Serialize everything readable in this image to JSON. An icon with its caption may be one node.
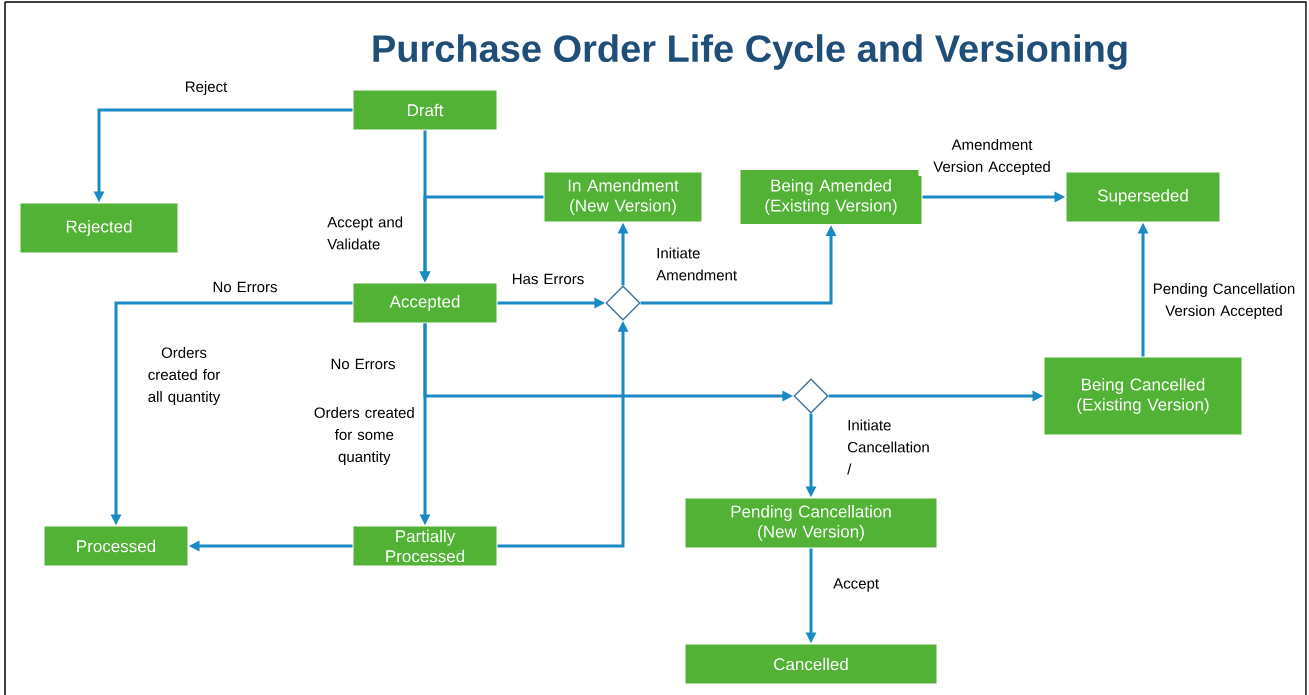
{
  "diagram": {
    "title": "Purchase Order Life Cycle and Versioning",
    "nodes": [
      {
        "text": [
          "Draft"
        ]
      },
      {
        "text": [
          "In Amendment (New Version)"
        ]
      },
      {
        "text": [
          "Being Amended (Existing Version)"
        ]
      },
      {
        "text": [
          "Superseded"
        ]
      },
      {
        "text": [
          "Rejected"
        ]
      },
      {
        "text": [
          "Accepted"
        ]
      },
      {
        "text": [],
        "shape": "diamond"
      },
      {
        "text": [],
        "shape": "diamond"
      },
      {
        "text": [
          "Being Cancelled (Existing Version)"
        ]
      },
      {
        "text": [
          "Processed"
        ]
      },
      {
        "text": [
          "Partially Processed"
        ]
      },
      {
        "text": [
          "Pending Cancellation (New Version)"
        ]
      },
      {
        "text": [
          "Cancelled"
        ]
      }
    ],
    "edges": [
      {
        "from": 0,
        "to": 4,
        "arrow": "to",
        "label": "Reject"
      },
      {
        "from": 0,
        "to": 5,
        "arrow": "to",
        "label": "Accept and Validate"
      },
      {
        "from": 1,
        "to": 5,
        "arrow": "to"
      },
      {
        "from": 5,
        "to": 9,
        "arrow": "to",
        "label": "No Errors"
      },
      {
        "from": 5,
        "to": 6,
        "arrow": "to",
        "label": "Has Errors"
      },
      {
        "from": 10,
        "to": 6,
        "arrow": "to"
      },
      {
        "from": 6,
        "to": 1,
        "arrow": "to",
        "label": "Initiate Amendment"
      },
      {
        "from": 6,
        "to": 2,
        "arrow": "to"
      },
      {
        "from": 2,
        "to": 3,
        "arrow": "to",
        "label": "Amendment Version Accepted"
      },
      {
        "from": 5,
        "to": 10,
        "arrow": "to",
        "label": "Orders created for some quantity"
      },
      {
        "from": 5,
        "to": 7,
        "arrow": "to"
      },
      {
        "from": 7,
        "to": 8,
        "arrow": "to"
      },
      {
        "from": 7,
        "to": 11,
        "arrow": "to",
        "label": "Initiate Cancellation /"
      },
      {
        "from": 8,
        "to": 3,
        "arrow": "to",
        "label": "Pending Cancellation Version Accepted"
      },
      {
        "from": 11,
        "to": 12,
        "arrow": "to",
        "label": "Accept"
      },
      {
        "from": 10,
        "to": 9,
        "arrow": "to"
      }
    ],
    "labels": [
      "Orders created for all quantity",
      "No Errors"
    ]
  }
}
